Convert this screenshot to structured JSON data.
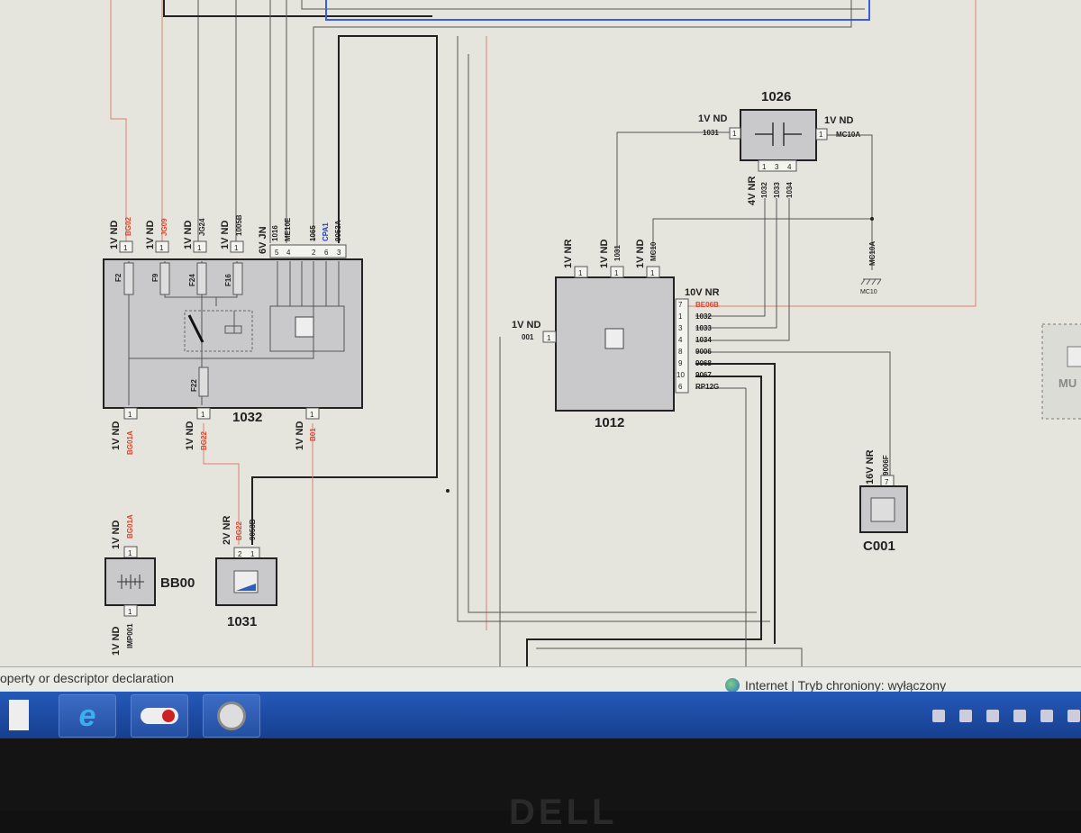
{
  "diagram": {
    "c1032": {
      "name": "1032",
      "top_pins": [
        {
          "pin": "1",
          "voltage": "1V ND",
          "wire": "BG02",
          "color": "red"
        },
        {
          "pin": "1",
          "voltage": "1V ND",
          "wire": "JG09",
          "color": "red"
        },
        {
          "pin": "1",
          "voltage": "1V ND",
          "wire": "JG24",
          "color": "black"
        },
        {
          "pin": "1",
          "voltage": "1V ND",
          "wire": "1005B",
          "color": "black"
        }
      ],
      "connector_voltage": "6V JN",
      "connector_pins": [
        {
          "pin": "5",
          "wire": "1016"
        },
        {
          "pin": "4",
          "wire": "ME10E"
        },
        {
          "pin": "",
          "wire": ""
        },
        {
          "pin": "2",
          "wire": "1065"
        },
        {
          "pin": "6",
          "wire": "CPA1"
        },
        {
          "pin": "3",
          "wire": "9053A"
        }
      ],
      "fuses": [
        "F2",
        "F9",
        "F24",
        "F16",
        "F22"
      ],
      "bottom_pins": [
        {
          "pin": "1",
          "voltage": "1V ND",
          "wire": "BG01A"
        },
        {
          "pin": "1",
          "voltage": "1V ND",
          "wire": "BG22"
        },
        {
          "pin": "1",
          "voltage": "1V ND",
          "wire": "B01"
        }
      ]
    },
    "bb00": {
      "name": "BB00",
      "top": {
        "pin": "1",
        "voltage": "1V ND",
        "wire": "BG01A"
      },
      "bottom": {
        "pin": "1",
        "voltage": "1V ND",
        "wire": "IMP001"
      }
    },
    "c1031": {
      "name": "1031",
      "voltage": "2V NR",
      "pins": [
        {
          "pin": "2",
          "wire": "BG22"
        },
        {
          "pin": "1",
          "wire": "9053B"
        }
      ]
    },
    "c1012": {
      "name": "1012",
      "top_pins": [
        {
          "pin": "1",
          "voltage": "1V NR",
          "wire": ""
        },
        {
          "pin": "1",
          "voltage": "1V ND",
          "wire": "1031"
        },
        {
          "pin": "1",
          "voltage": "1V ND",
          "wire": "MC10"
        }
      ],
      "left_pin": {
        "pin": "1",
        "voltage": "1V ND",
        "wire": "001"
      },
      "right_voltage": "10V NR",
      "right_pins": [
        {
          "pin": "7",
          "wire": "BE06B"
        },
        {
          "pin": "1",
          "wire": "1032"
        },
        {
          "pin": "3",
          "wire": "1033"
        },
        {
          "pin": "4",
          "wire": "1034"
        },
        {
          "pin": "8",
          "wire": "9006"
        },
        {
          "pin": "9",
          "wire": "9068"
        },
        {
          "pin": "10",
          "wire": "9067"
        },
        {
          "pin": "6",
          "wire": "RP12G"
        }
      ]
    },
    "c1026": {
      "name": "1026",
      "left": {
        "pin": "1",
        "voltage": "1V ND",
        "wire": "1031"
      },
      "right": {
        "pin": "1",
        "voltage": "1V ND",
        "wire": "MC10A"
      },
      "bottom_voltage": "4V NR",
      "bottom_pins": [
        {
          "pin": "1",
          "wire": "1032"
        },
        {
          "pin": "3",
          "wire": "1033"
        },
        {
          "pin": "4",
          "wire": "1034"
        }
      ]
    },
    "ground": {
      "wire": "MC10A",
      "name": "MC10"
    },
    "c001": {
      "name": "C001",
      "voltage": "16V NR",
      "pin": "7",
      "wire": "9006F"
    },
    "partial_component": "MU"
  },
  "statusbar": {
    "left_text": "operty or descriptor declaration",
    "zone_text": "Internet | Tryb chroniony: wyłączony"
  },
  "taskbar": {
    "apps": [
      "file-icon",
      "internet-explorer-icon",
      "media-record-icon",
      "app-gear-icon"
    ]
  },
  "bezel_logo": "DELL",
  "colors": {
    "taskbar": "#1d4ea0",
    "wire_red": "#d9442e",
    "wire_blue": "#3a5ce0",
    "component_fill": "#c9c9cc"
  }
}
